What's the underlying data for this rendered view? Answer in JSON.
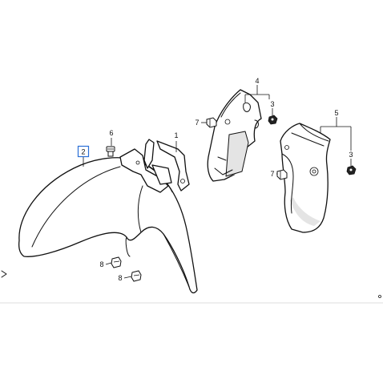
{
  "callouts": {
    "c1": "1",
    "c2": "2",
    "c3a": "3",
    "c3b": "3",
    "c4": "4",
    "c5": "5",
    "c6": "6",
    "c7a": "7",
    "c7b": "7",
    "c8a": "8",
    "c8b": "8"
  },
  "highlight_color": "#2a6fd6"
}
